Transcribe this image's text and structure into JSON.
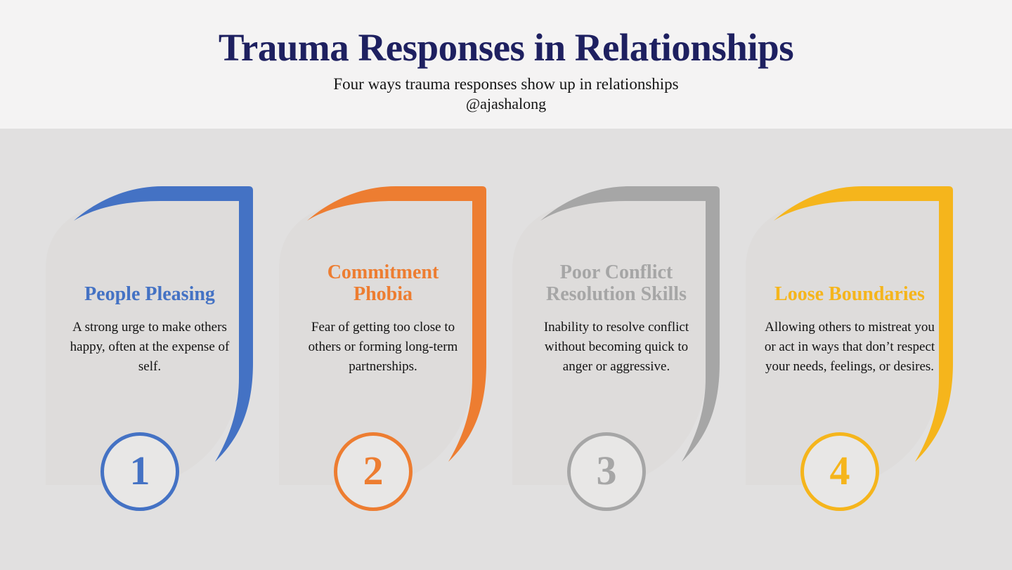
{
  "header": {
    "title": "Trauma Responses in Relationships",
    "subtitle": "Four ways trauma responses show up in relationships",
    "handle": "@ajashalong"
  },
  "cards": [
    {
      "number": "1",
      "title": "People Pleasing",
      "accent": "#4472C4",
      "description": "A strong urge to make others happy, often at the expense of self.",
      "lines": [
        "A strong urge to make others",
        "happy, often at the expense of",
        "self."
      ]
    },
    {
      "number": "2",
      "title": "Commitment Phobia",
      "accent": "#ED7D31",
      "description": "Fear of getting too close to others or forming long-term partnerships.",
      "lines": [
        "Fear of getting too close to",
        "others or forming long-term",
        "partnerships."
      ]
    },
    {
      "number": "3",
      "title": "Poor Conflict Resolution Skills",
      "accent": "#A6A6A6",
      "description": "Inability to resolve conflict without becoming quick to anger or aggressive.",
      "lines": [
        "Inability to resolve conflict",
        "without becoming quick to",
        "anger or aggressive."
      ]
    },
    {
      "number": "4",
      "title": "Loose Boundaries",
      "accent": "#F5B51C",
      "description": "Allowing others to mistreat you or act in ways that don’t respect your needs, feelings, or desires.",
      "lines": [
        "Allowing others to mistreat you",
        "or act in ways that don’t respect",
        "your needs, feelings, or desires."
      ]
    }
  ],
  "colors": {
    "title_navy": "#1E2060",
    "top_band": "#F4F3F3",
    "main_bg": "#E1E0E0",
    "card_fill": "#DEDCDB",
    "circle_fill": "#E8E7E6",
    "body_text": "#121212"
  }
}
